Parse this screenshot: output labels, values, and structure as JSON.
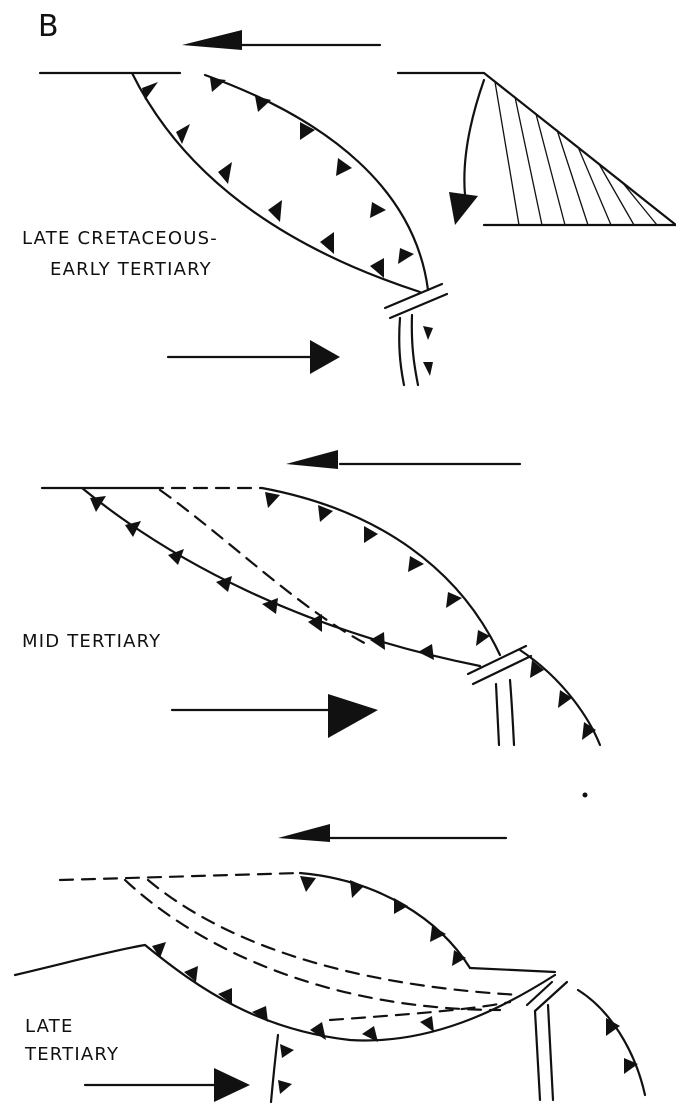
{
  "figure": {
    "panel_label": "B",
    "stages": [
      {
        "label_lines": [
          "LATE CRETACEOUS-",
          "EARLY TERTIARY"
        ]
      },
      {
        "label_lines": [
          "MID TERTIARY"
        ]
      },
      {
        "label_lines": [
          "LATE",
          "TERTIARY"
        ]
      }
    ]
  }
}
